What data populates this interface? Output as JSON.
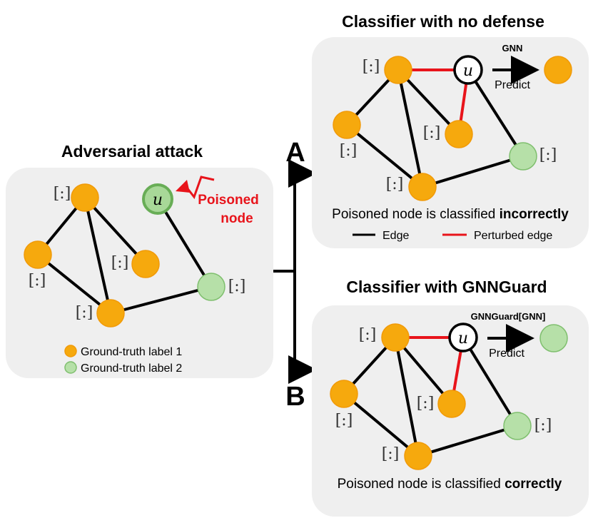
{
  "left_panel": {
    "title": "Adversarial attack",
    "poison_label_line1": "Poisoned",
    "poison_label_line2": "node",
    "node_u_label": "u",
    "legend": {
      "label1": "Ground-truth label 1",
      "label2": "Ground-truth label 2"
    }
  },
  "branch_a": {
    "letter": "A",
    "title": "Classifier with no defense",
    "model_label": "GNN",
    "predict_label": "Predict",
    "caption_prefix": "Poisoned node is classified ",
    "caption_bold": "incorrectly",
    "legend": {
      "edge": "Edge",
      "perturbed_edge": "Perturbed edge"
    }
  },
  "branch_b": {
    "letter": "B",
    "title": "Classifier with GNNGuard",
    "model_label": "GNNGuard[GNN]",
    "predict_label": "Predict",
    "caption_prefix": "Poisoned node is classified ",
    "caption_bold": "correctly"
  },
  "feature_vector_symbol": "[:]",
  "colors": {
    "label1_orange": "#f6a90d",
    "label2_green": "#b6e0a8",
    "perturbed_edge_red": "#e8141b",
    "panel_gray": "#efefef"
  }
}
